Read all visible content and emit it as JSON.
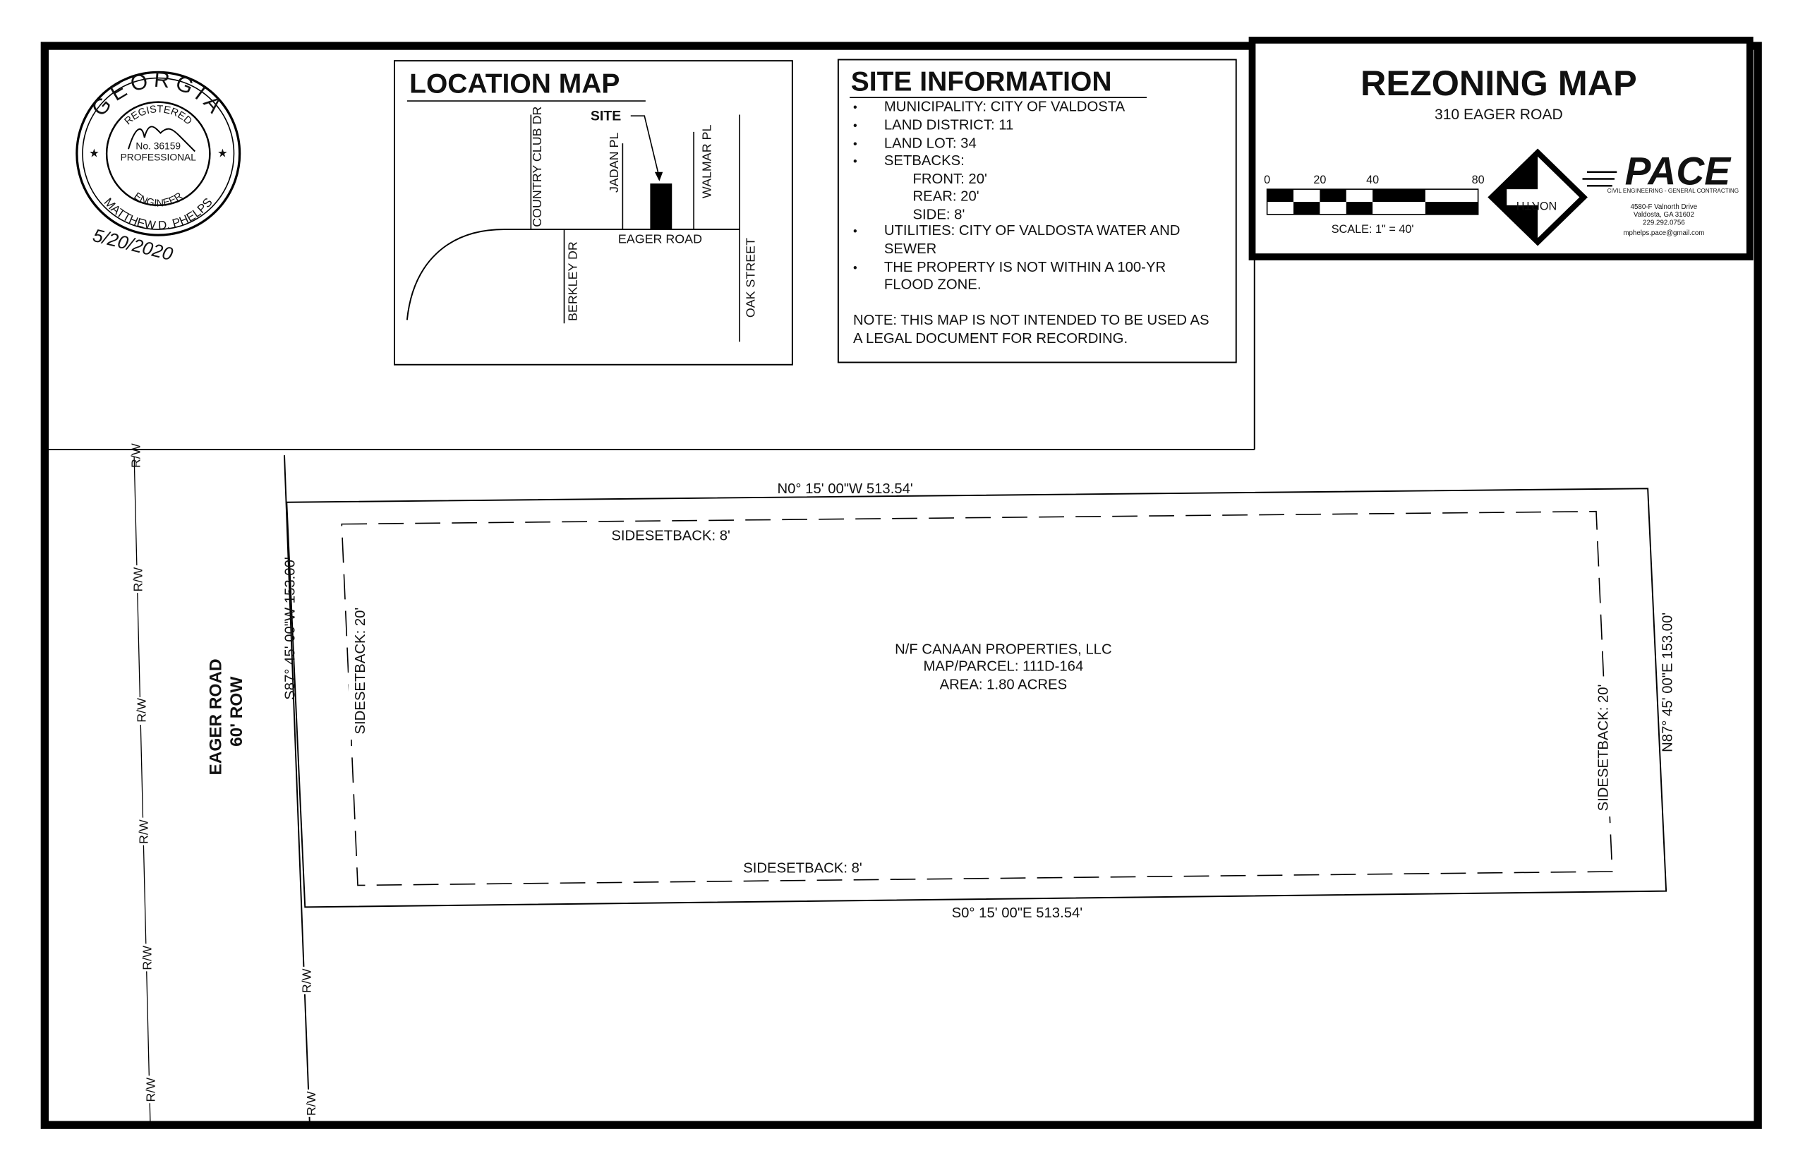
{
  "title_block": {
    "title": "REZONING MAP",
    "subtitle": "310 EAGER ROAD",
    "scale_labels": [
      "0",
      "20",
      "40",
      "80"
    ],
    "scale_text": "SCALE: 1\" = 40'",
    "north_label": "NORTH",
    "company": {
      "logo": "PACE",
      "tagline": "CIVIL ENGINEERING - GENERAL CONTRACTING",
      "address1": "4580-F Valnorth Drive",
      "address2": "Valdosta, GA 31602",
      "phone": "229.292.0756",
      "email": "mphelps.pace@gmail.com"
    }
  },
  "seal": {
    "state": "GEORGIA",
    "top": "REGISTERED",
    "number": "No. 36159",
    "middle": "PROFESSIONAL",
    "bottom": "ENGINEER",
    "name": "MATTHEW D. PHELPS",
    "date": "5/20/2020"
  },
  "location_map": {
    "title": "LOCATION MAP",
    "site": "SITE",
    "streets": {
      "country_club": "COUNTRY CLUB DR",
      "jadan": "JADAN PL",
      "walmar": "WALMAR PL",
      "eager": "EAGER ROAD",
      "berkley": "BERKLEY DR",
      "oak": "OAK STREET"
    }
  },
  "site_info": {
    "title": "SITE INFORMATION",
    "items": [
      "MUNICIPALITY: CITY OF VALDOSTA",
      "LAND DISTRICT: 11",
      "LAND LOT: 34",
      "SETBACKS:"
    ],
    "setbacks": [
      "FRONT: 20'",
      "REAR: 20'",
      "SIDE: 8'"
    ],
    "utilities": [
      "UTILITIES: CITY OF VALDOSTA WATER AND",
      "SEWER"
    ],
    "flood": [
      "THE PROPERTY IS NOT WITHIN A 100-YR",
      "FLOOD ZONE."
    ],
    "note": [
      "NOTE: THIS MAP IS NOT INTENDED TO BE USED AS",
      "A LEGAL DOCUMENT FOR RECORDING."
    ]
  },
  "plan": {
    "north_line": "N0° 15' 00\"W  513.54'",
    "south_line": "S0° 15' 00\"E  513.54'",
    "west_line": "S87° 45' 00\"W  153.00'",
    "east_line": "N87° 45' 00\"E  153.00'",
    "setback_side": "SIDESETBACK: 8'",
    "setback_end": "SIDESETBACK: 20'",
    "owner": "N/F CANAAN PROPERTIES, LLC",
    "parcel": "MAP/PARCEL: 111D-164",
    "area": "AREA: 1.80 ACRES",
    "road_name": "EAGER ROAD",
    "road_row": "60' ROW",
    "rw": "R/W"
  }
}
